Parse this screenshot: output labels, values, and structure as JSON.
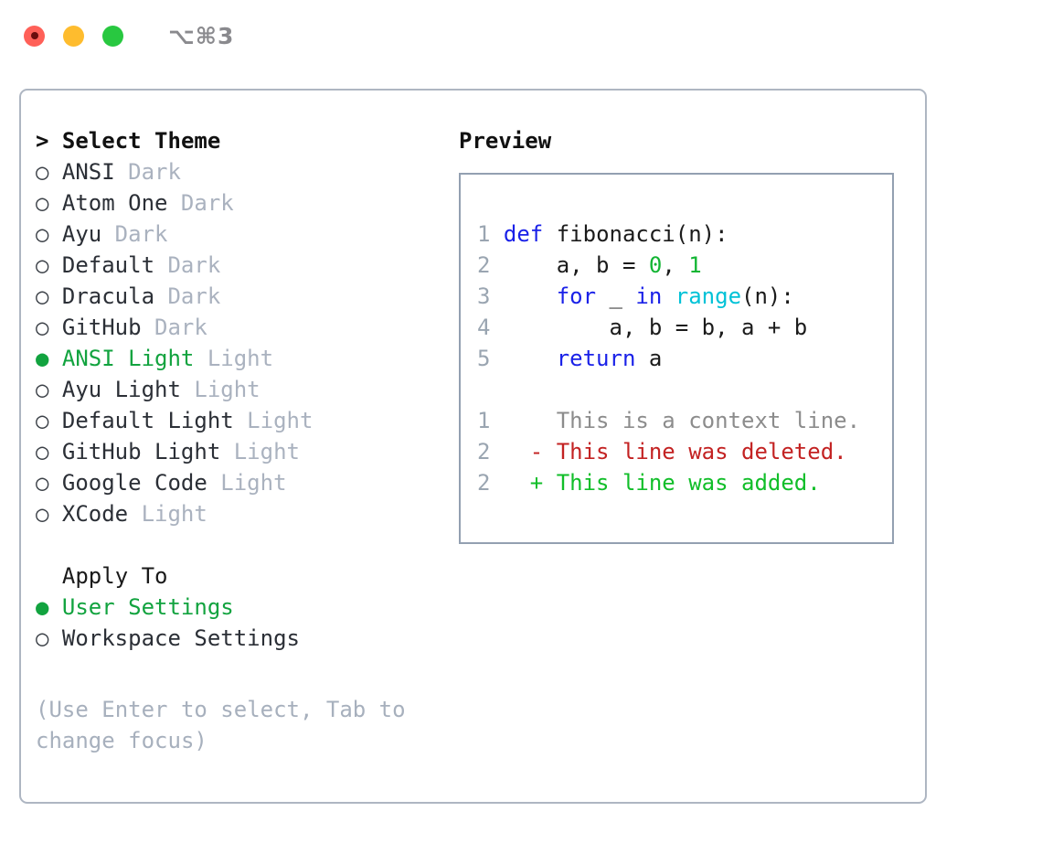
{
  "titlebar": {
    "shortcut": "⌥⌘3",
    "buttons": [
      {
        "name": "close",
        "color": "#ff6058"
      },
      {
        "name": "minimize",
        "color": "#febc2e"
      },
      {
        "name": "maximize",
        "color": "#28c840"
      }
    ]
  },
  "theme_picker": {
    "heading": "> Select Theme",
    "bullet_selected": "●",
    "bullet_unselected": "○",
    "items": [
      {
        "name": "ANSI",
        "category": "Dark",
        "selected": false
      },
      {
        "name": "Atom One",
        "category": "Dark",
        "selected": false
      },
      {
        "name": "Ayu",
        "category": "Dark",
        "selected": false
      },
      {
        "name": "Default",
        "category": "Dark",
        "selected": false
      },
      {
        "name": "Dracula",
        "category": "Dark",
        "selected": false
      },
      {
        "name": "GitHub",
        "category": "Dark",
        "selected": false
      },
      {
        "name": "ANSI Light",
        "category": "Light",
        "selected": true
      },
      {
        "name": "Ayu Light",
        "category": "Light",
        "selected": false
      },
      {
        "name": "Default Light",
        "category": "Light",
        "selected": false
      },
      {
        "name": "GitHub Light",
        "category": "Light",
        "selected": false
      },
      {
        "name": "Google Code",
        "category": "Light",
        "selected": false
      },
      {
        "name": "XCode",
        "category": "Light",
        "selected": false
      }
    ]
  },
  "apply_to": {
    "heading": "Apply To",
    "items": [
      {
        "name": "User Settings",
        "selected": true
      },
      {
        "name": "Workspace Settings",
        "selected": false
      }
    ]
  },
  "hint": "(Use Enter to select, Tab to change focus)",
  "preview": {
    "title": "Preview",
    "code_lines": [
      {
        "num": "1",
        "tokens": [
          {
            "t": "def",
            "c": "kw"
          },
          {
            "t": " fibonacci(n):",
            "c": "id"
          }
        ]
      },
      {
        "num": "2",
        "tokens": [
          {
            "t": "    a, b = ",
            "c": "id"
          },
          {
            "t": "0",
            "c": "num"
          },
          {
            "t": ", ",
            "c": "id"
          },
          {
            "t": "1",
            "c": "num"
          }
        ]
      },
      {
        "num": "3",
        "tokens": [
          {
            "t": "    ",
            "c": "id"
          },
          {
            "t": "for",
            "c": "kw"
          },
          {
            "t": " _ ",
            "c": "id"
          },
          {
            "t": "in",
            "c": "kw"
          },
          {
            "t": " ",
            "c": "id"
          },
          {
            "t": "range",
            "c": "fn"
          },
          {
            "t": "(n):",
            "c": "id"
          }
        ]
      },
      {
        "num": "4",
        "tokens": [
          {
            "t": "        a, b = b, a + b",
            "c": "id"
          }
        ]
      },
      {
        "num": "5",
        "tokens": [
          {
            "t": "    ",
            "c": "id"
          },
          {
            "t": "return",
            "c": "kw"
          },
          {
            "t": " a",
            "c": "id"
          }
        ]
      }
    ],
    "diff_lines": [
      {
        "num": "1",
        "marker": " ",
        "text": "This is a context line.",
        "kind": "ctx"
      },
      {
        "num": "2",
        "marker": "-",
        "text": "This line was deleted.",
        "kind": "del"
      },
      {
        "num": "2",
        "marker": "+",
        "text": "This line was added.",
        "kind": "add"
      }
    ]
  },
  "colors": {
    "accent_green": "#12a33f",
    "muted": "#aab2bf",
    "border": "#aeb6c2",
    "panel_border": "#93a0b1",
    "keyword": "#1a21e8",
    "function": "#00c2d7",
    "number": "#12b533",
    "diff_add": "#11be29",
    "diff_del": "#c32222",
    "diff_ctx": "#8c8c8c",
    "line_number": "#9aa5b1"
  }
}
